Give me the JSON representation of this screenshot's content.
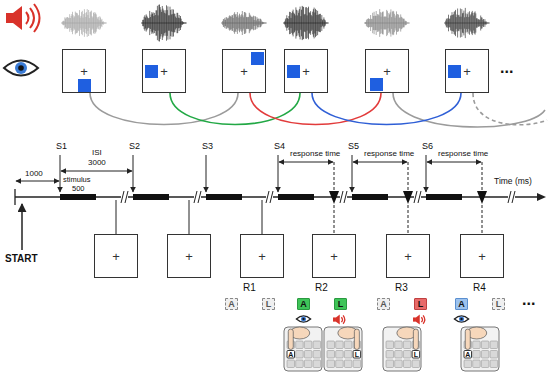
{
  "diagram": {
    "nodes": [
      {
        "text": [
          "+"
        ]
      },
      {
        "text": [
          "+"
        ]
      },
      {
        "text": [
          "+"
        ]
      },
      {
        "text": [
          "+"
        ]
      },
      {
        "text": [
          "+"
        ]
      },
      {
        "text": [
          "+"
        ]
      },
      {
        "text": [
          "+"
        ]
      },
      {
        "text": [
          "+"
        ]
      },
      {
        "text": [
          "+"
        ]
      },
      {
        "text": [
          "+"
        ]
      },
      {
        "text": [
          "+"
        ]
      },
      {
        "text": [
          "+"
        ]
      },
      {
        "text": [
          "A"
        ]
      },
      {
        "text": [
          "L"
        ]
      },
      {
        "text": [
          "A"
        ]
      },
      {
        "text": [
          "L"
        ]
      },
      {
        "text": [
          "A"
        ]
      },
      {
        "text": [
          "L"
        ]
      },
      {
        "text": [
          "A"
        ]
      },
      {
        "text": [
          "L"
        ]
      }
    ],
    "edges": [
      {
        "from": 0,
        "to": 2,
        "arrow": "none"
      },
      {
        "from": 1,
        "to": 3,
        "arrow": "none"
      },
      {
        "from": 2,
        "to": 4,
        "arrow": "none"
      },
      {
        "from": 3,
        "to": 5,
        "arrow": "none"
      }
    ],
    "labels": [
      "...",
      "1000",
      "S1",
      "stimulus",
      "500",
      "ISI",
      "3000",
      "S2",
      "S3",
      "S4",
      "response time",
      "S5",
      "response time",
      "S6",
      "response time",
      "Time (ms)",
      "START",
      "R1",
      "R2",
      "R3",
      "R4",
      "...",
      "A",
      "L",
      "L",
      "A"
    ]
  }
}
